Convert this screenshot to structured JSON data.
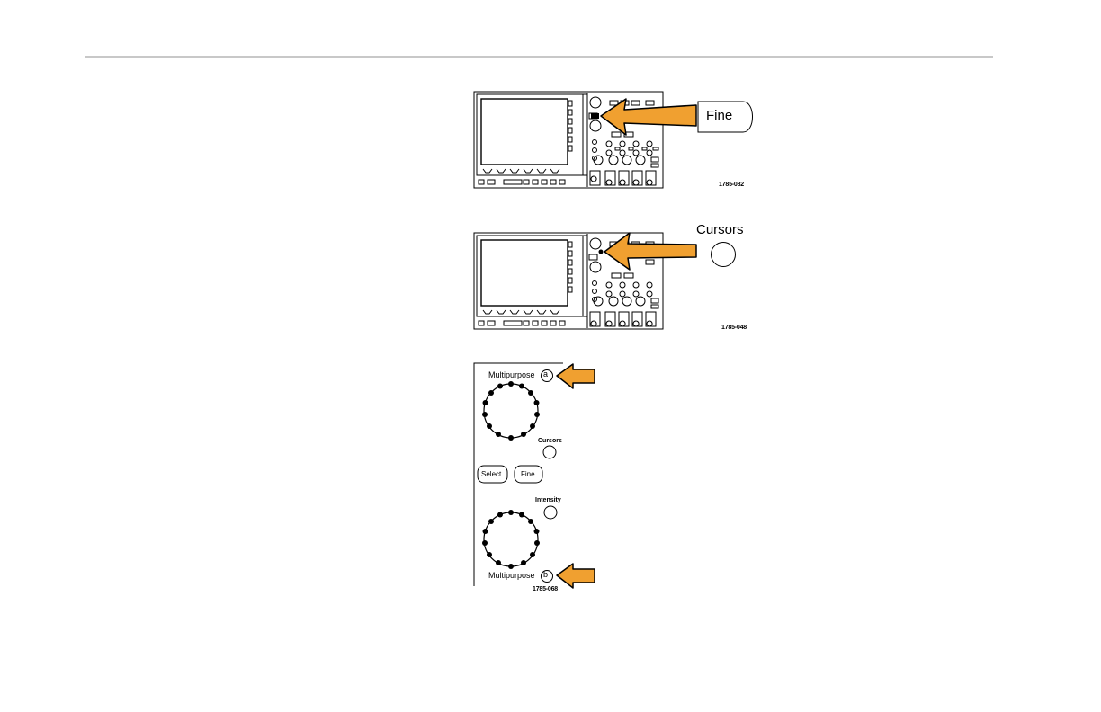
{
  "figure1": {
    "callout_label": "Fine",
    "figure_id": "1785-082"
  },
  "figure2": {
    "callout_label": "Cursors",
    "figure_id": "1785-048"
  },
  "figure3": {
    "multipurpose_a_label": "Multipurpose",
    "multipurpose_a_badge": "a",
    "cursors_label": "Cursors",
    "select_label": "Select",
    "fine_label": "Fine",
    "intensity_label": "Intensity",
    "multipurpose_b_label": "Multipurpose",
    "multipurpose_b_badge": "b",
    "figure_id": "1785-068"
  },
  "colors": {
    "arrow_fill": "#f0a030",
    "rule": "#c8c8c8"
  },
  "icons": [
    "arrow-icon",
    "knob-icon",
    "round-button-icon"
  ]
}
